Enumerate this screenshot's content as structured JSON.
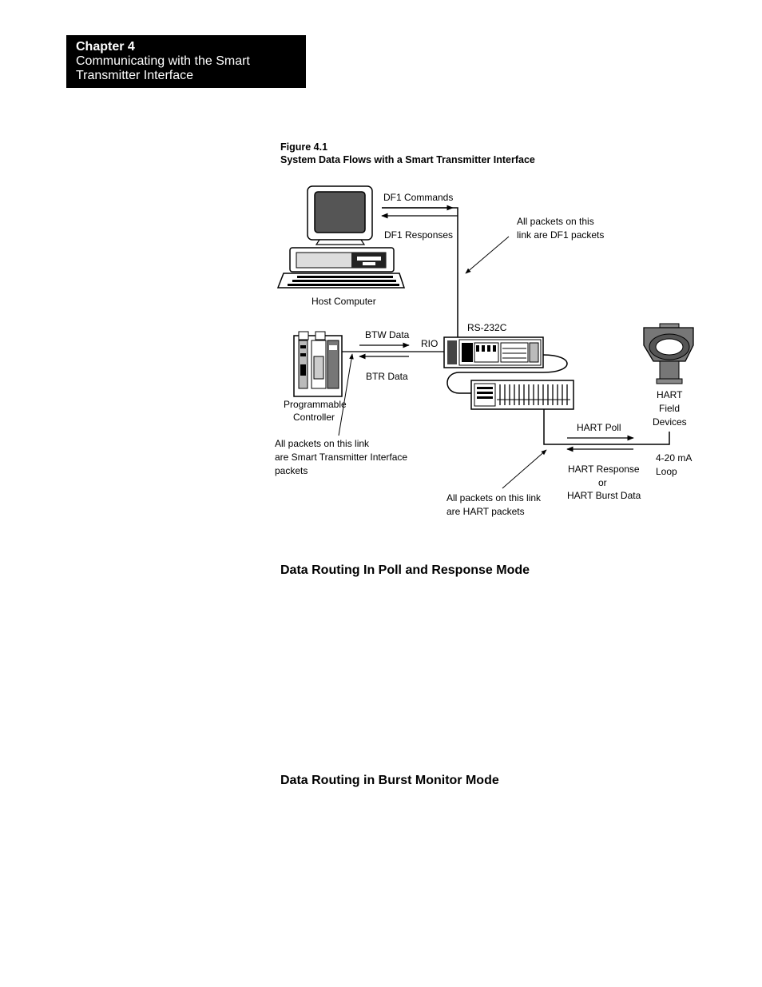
{
  "header": {
    "chapter_label": "Chapter 4",
    "chapter_title_line1": "Communicating with the Smart",
    "chapter_title_line2": "Transmitter Interface"
  },
  "figure": {
    "number": "Figure 4.1",
    "caption": "System Data Flows with a Smart Transmitter Interface",
    "labels": {
      "df1_commands": "DF1 Commands",
      "df1_responses": "DF1 Responses",
      "df1_note_line1": "All packets on this",
      "df1_note_line2": "link are DF1 packets",
      "host_computer": "Host Computer",
      "rs232c": "RS-232C",
      "btw_data": "BTW Data",
      "rio": "RIO",
      "btr_data": "BTR Data",
      "programmable": "Programmable",
      "controller": "Controller",
      "sti_note_line1": "All packets on this link",
      "sti_note_line2": "are Smart Transmitter Interface",
      "sti_note_line3": "packets",
      "hart_field_line1": "HART",
      "hart_field_line2": "Field",
      "hart_field_line3": "Devices",
      "hart_poll": "HART Poll",
      "hart_response_line1": "HART Response",
      "hart_response_line2": "or",
      "hart_response_line3": "HART Burst Data",
      "loop_line1": "4-20 mA",
      "loop_line2": "Loop",
      "hart_note_line1": "All packets on this link",
      "hart_note_line2": "are HART packets"
    }
  },
  "sections": {
    "poll_response_heading": "Data Routing In Poll and Response Mode",
    "burst_monitor_heading": "Data Routing in Burst Monitor Mode"
  }
}
